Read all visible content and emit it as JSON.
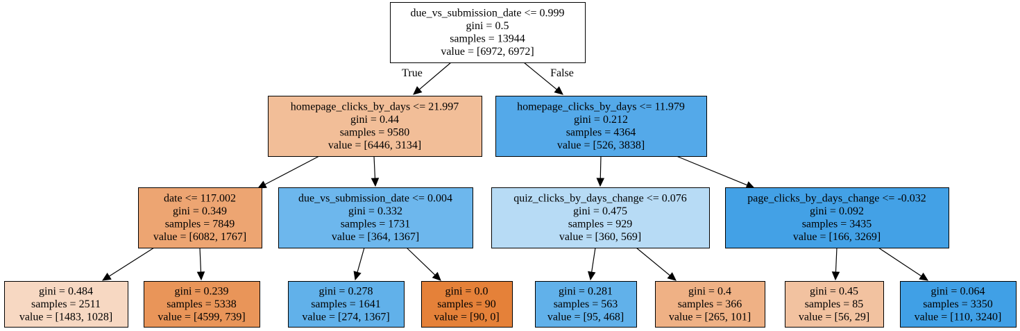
{
  "tree": {
    "nodes": [
      {
        "id": "n0",
        "lines": [
          "due_vs_submission_date <= 0.999",
          "gini = 0.5",
          "samples = 13944",
          "value = [6972, 6972]"
        ],
        "fill": "#ffffff"
      },
      {
        "id": "n1",
        "lines": [
          "homepage_clicks_by_days <= 21.997",
          "gini = 0.44",
          "samples = 9580",
          "value = [6446, 3134]"
        ],
        "fill": "#f2be98"
      },
      {
        "id": "n2",
        "lines": [
          "homepage_clicks_by_days <= 11.979",
          "gini = 0.212",
          "samples = 4364",
          "value = [526, 3838]"
        ],
        "fill": "#54a9e9"
      },
      {
        "id": "n3",
        "lines": [
          "date <= 117.002",
          "gini = 0.349",
          "samples = 7849",
          "value = [6082, 1767]"
        ],
        "fill": "#eda572"
      },
      {
        "id": "n4",
        "lines": [
          "due_vs_submission_date <= 0.004",
          "gini = 0.332",
          "samples = 1731",
          "value = [364, 1367]"
        ],
        "fill": "#6db7ed"
      },
      {
        "id": "n5",
        "lines": [
          "quiz_clicks_by_days_change <= 0.076",
          "gini = 0.475",
          "samples = 929",
          "value = [360, 569]"
        ],
        "fill": "#b7dbf5"
      },
      {
        "id": "n6",
        "lines": [
          "page_clicks_by_days_change <= -0.032",
          "gini = 0.092",
          "samples = 3435",
          "value = [166, 3269]"
        ],
        "fill": "#43a1e6"
      },
      {
        "id": "n7",
        "lines": [
          "gini = 0.484",
          "samples = 2511",
          "value = [1483, 1028]"
        ],
        "fill": "#f7d8c2"
      },
      {
        "id": "n8",
        "lines": [
          "gini = 0.239",
          "samples = 5338",
          "value = [4599, 739]"
        ],
        "fill": "#e99559"
      },
      {
        "id": "n9",
        "lines": [
          "gini = 0.278",
          "samples = 1641",
          "value = [274, 1367]"
        ],
        "fill": "#61b1ea"
      },
      {
        "id": "n10",
        "lines": [
          "gini = 0.0",
          "samples = 90",
          "value = [90, 0]"
        ],
        "fill": "#e58139"
      },
      {
        "id": "n11",
        "lines": [
          "gini = 0.281",
          "samples = 563",
          "value = [95, 468]"
        ],
        "fill": "#61b1ea"
      },
      {
        "id": "n12",
        "lines": [
          "gini = 0.4",
          "samples = 366",
          "value = [265, 101]"
        ],
        "fill": "#efb185"
      },
      {
        "id": "n13",
        "lines": [
          "gini = 0.45",
          "samples = 85",
          "value = [56, 29]"
        ],
        "fill": "#f2c2a0"
      },
      {
        "id": "n14",
        "lines": [
          "gini = 0.064",
          "samples = 3350",
          "value = [110, 3240]"
        ],
        "fill": "#40a0e6"
      }
    ],
    "edges": [
      {
        "from": "n0",
        "to": "n1",
        "label": "True"
      },
      {
        "from": "n0",
        "to": "n2",
        "label": "False"
      },
      {
        "from": "n1",
        "to": "n3",
        "label": ""
      },
      {
        "from": "n1",
        "to": "n4",
        "label": ""
      },
      {
        "from": "n2",
        "to": "n5",
        "label": ""
      },
      {
        "from": "n2",
        "to": "n6",
        "label": ""
      },
      {
        "from": "n3",
        "to": "n7",
        "label": ""
      },
      {
        "from": "n3",
        "to": "n8",
        "label": ""
      },
      {
        "from": "n4",
        "to": "n9",
        "label": ""
      },
      {
        "from": "n4",
        "to": "n10",
        "label": ""
      },
      {
        "from": "n5",
        "to": "n11",
        "label": ""
      },
      {
        "from": "n5",
        "to": "n12",
        "label": ""
      },
      {
        "from": "n6",
        "to": "n13",
        "label": ""
      },
      {
        "from": "n6",
        "to": "n14",
        "label": ""
      }
    ]
  }
}
